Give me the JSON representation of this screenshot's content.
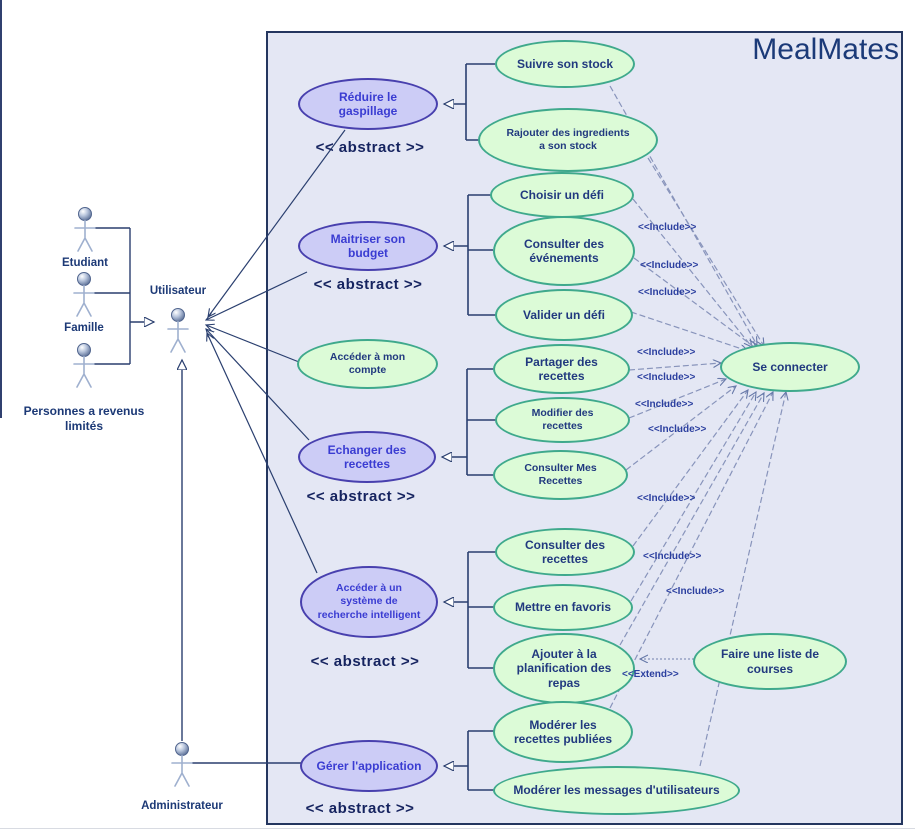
{
  "diagram": {
    "title": "MealMates",
    "abstract_stereotype": "<< abstract >>",
    "include_stereotype": "<<Include>>",
    "extend_stereotype": "<<Extend>>",
    "colors": {
      "boundary_fill": "#e4e7f4",
      "boundary_border": "#24365f",
      "abstract_fill": "#ccccf6",
      "abstract_border": "#4840ae",
      "abstract_text": "#3a3cd2",
      "usecase_fill": "#dcfbd7",
      "usecase_border": "#3fa98c",
      "usecase_text": "#21397f",
      "connector": "#2a3f6f",
      "dashed_connector": "#8894bb"
    }
  },
  "actors": {
    "etudiant": "Etudiant",
    "famille": "Famille",
    "personnes": "Personnes a revenus limités",
    "utilisateur": "Utilisateur",
    "administrateur": "Administrateur"
  },
  "abstract_usecases": [
    "Réduire le gaspillage",
    "Maitriser son budget",
    "Echanger des recettes",
    "Accéder à un système de recherche intelligent",
    "Gérer l'application"
  ],
  "usecases": [
    "Suivre son stock",
    "Rajouter des ingredients a son stock",
    "Choisir un défi",
    "Consulter des événements",
    "Valider un défi",
    "Accéder à mon compte",
    "Partager des recettes",
    "Modifier des recettes",
    "Consulter Mes Recettes",
    "Consulter des recettes",
    "Mettre en favoris",
    "Ajouter à la planification des repas",
    "Se connecter",
    "Faire une liste de courses",
    "Modérer les recettes publiées",
    "Modérer les messages d'utilisateurs"
  ]
}
